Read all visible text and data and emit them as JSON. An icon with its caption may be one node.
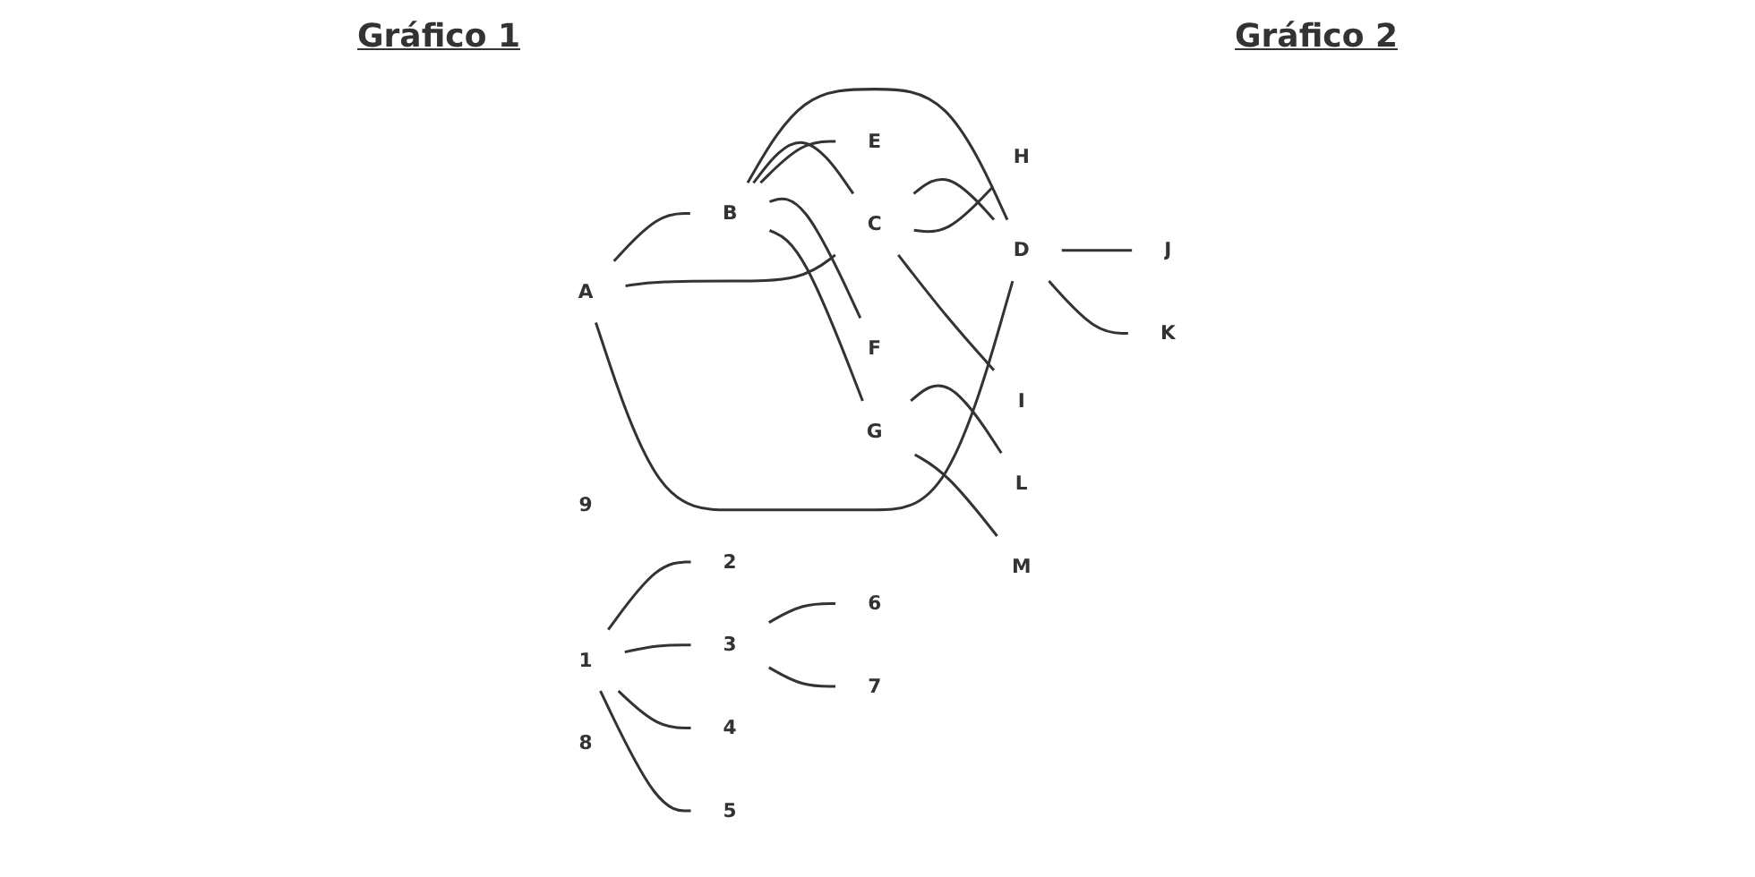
{
  "diagram": {
    "nodes": [
      {
        "text": [
          "A"
        ]
      },
      {
        "text": [
          "B"
        ]
      },
      {
        "text": [
          "C"
        ]
      },
      {
        "text": [
          "D"
        ]
      },
      {
        "text": [
          "E"
        ]
      },
      {
        "text": [
          "F"
        ]
      },
      {
        "text": [
          "G"
        ]
      },
      {
        "text": [
          "L"
        ]
      },
      {
        "text": [
          "M"
        ]
      },
      {
        "text": [
          "H"
        ]
      },
      {
        "text": [
          "I"
        ]
      },
      {
        "text": [
          "J"
        ]
      },
      {
        "text": [
          "K"
        ]
      },
      {
        "text": [
          "9"
        ]
      },
      {
        "text": [
          "2"
        ]
      },
      {
        "text": [
          "6"
        ]
      },
      {
        "text": [
          "3"
        ]
      },
      {
        "text": [
          "1"
        ]
      },
      {
        "text": [
          "7"
        ]
      },
      {
        "text": [
          "4"
        ]
      },
      {
        "text": [
          "8"
        ]
      },
      {
        "text": [
          "5"
        ]
      }
    ],
    "edges": [
      {
        "from": 1,
        "to": 3,
        "arrow": "none"
      },
      {
        "from": 0,
        "to": 1,
        "arrow": "none"
      },
      {
        "from": 0,
        "to": 2,
        "arrow": "none"
      },
      {
        "from": 0,
        "to": 3,
        "arrow": "none"
      },
      {
        "from": 1,
        "to": 2,
        "arrow": "none"
      },
      {
        "from": 2,
        "to": 3,
        "arrow": "none"
      },
      {
        "from": 1,
        "to": 4,
        "arrow": "none"
      },
      {
        "from": 1,
        "to": 5,
        "arrow": "none"
      },
      {
        "from": 1,
        "to": 6,
        "arrow": "none"
      },
      {
        "from": 6,
        "to": 7,
        "arrow": "none"
      },
      {
        "from": 6,
        "to": 8,
        "arrow": "none"
      },
      {
        "from": 2,
        "to": 9,
        "arrow": "none"
      },
      {
        "from": 2,
        "to": 10,
        "arrow": "none"
      },
      {
        "from": 3,
        "to": 11,
        "arrow": "none"
      },
      {
        "from": 3,
        "to": 12,
        "arrow": "none"
      },
      {
        "from": 17,
        "to": 14,
        "arrow": "none"
      },
      {
        "from": 17,
        "to": 16,
        "arrow": "none"
      },
      {
        "from": 17,
        "to": 19,
        "arrow": "none"
      },
      {
        "from": 17,
        "to": 21,
        "arrow": "none"
      },
      {
        "from": 16,
        "to": 15,
        "arrow": "none"
      },
      {
        "from": 16,
        "to": 18,
        "arrow": "none"
      }
    ],
    "labels": [
      "Gráfico 1",
      "Gráfico 2"
    ]
  }
}
